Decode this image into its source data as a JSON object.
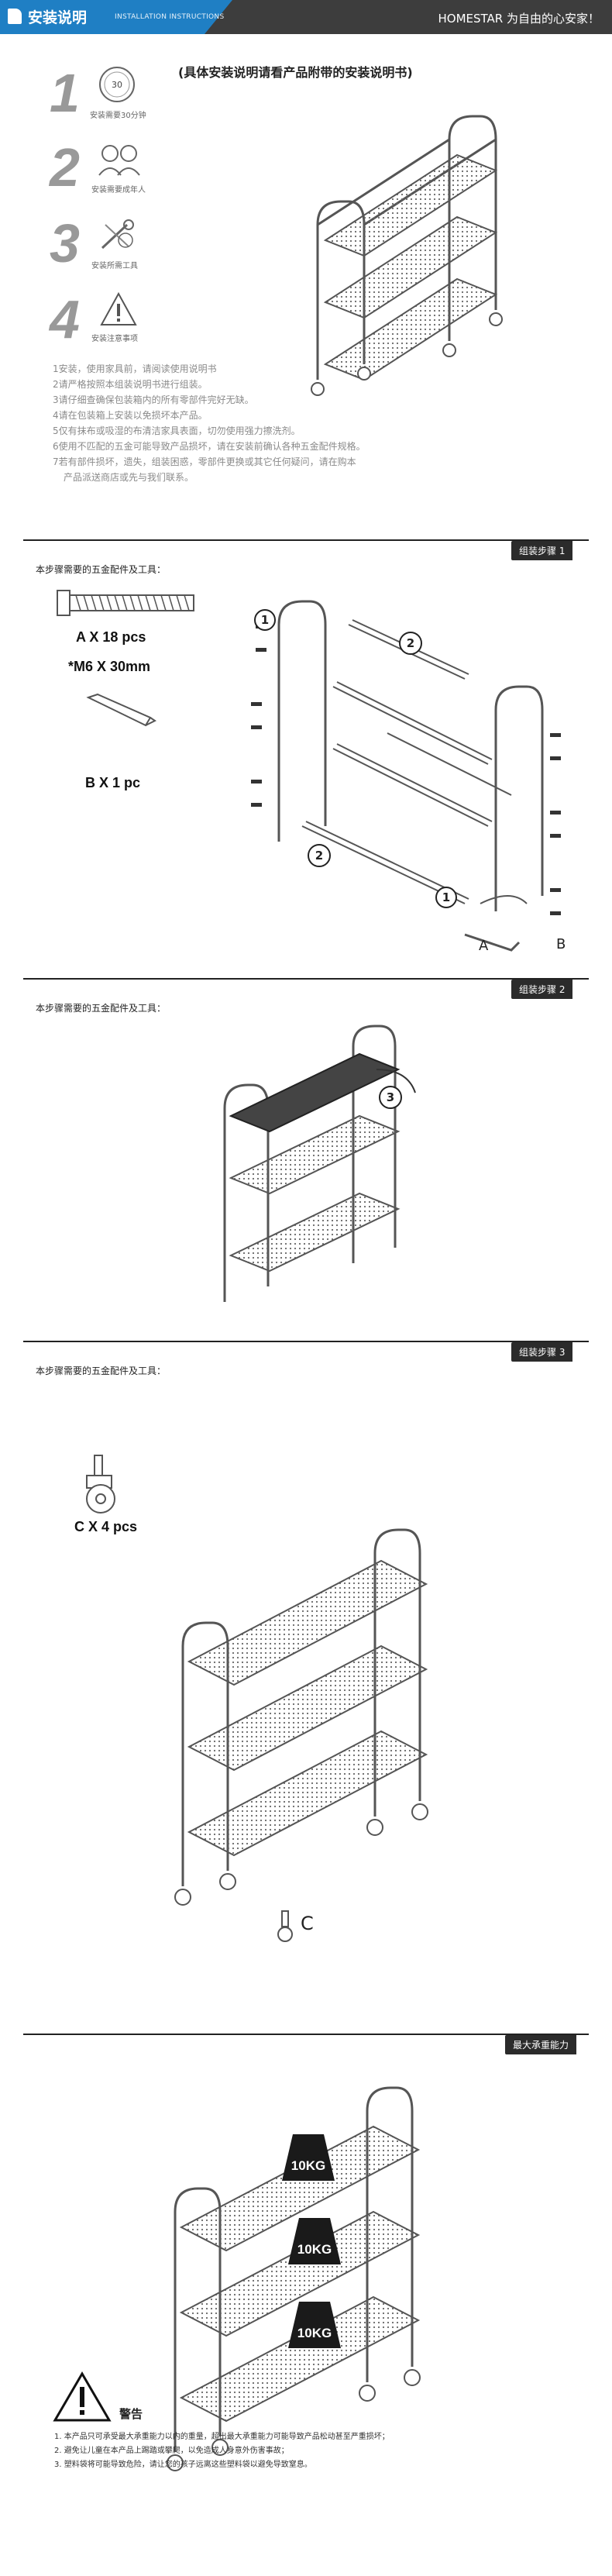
{
  "header": {
    "title": "安装说明",
    "subtitle": "INSTALLATION INSTRUCTIONS",
    "brand": "HOMESTAR 为自由的心安家！"
  },
  "notice": "(具体安装说明请看产品附带的安装说明书)",
  "intro_icons": [
    {
      "number": "1",
      "label": "安装需要30分钟",
      "clock_text": "30"
    },
    {
      "number": "2",
      "label": "安装需要成年人"
    },
    {
      "number": "3",
      "label": "安装所需工具"
    },
    {
      "number": "4",
      "label": "安装注意事项"
    }
  ],
  "instructions": [
    "1安装，使用家具前，请阅读使用说明书",
    "2请严格按照本组装说明书进行组装。",
    "3请仔细查确保包装箱内的所有零部件完好无缺。",
    "4请在包装箱上安装以免损坏本产品。",
    "5仅有抹布或吸湿的布清洁家具表面，切勿使用强力擦洗剂。",
    "6使用不匹配的五金可能导致产品损坏，请在安装前确认各种五金配件规格。",
    "7若有部件损坏，遗失，组装困惑，零部件更换或其它任何疑问，请在购本",
    "产品派送商店或先与我们联系。"
  ],
  "step1": {
    "badge": "组装步骤 1",
    "caption": "本步骤需要的五金配件及工具：",
    "part_a": "A  X   18 pcs",
    "part_a_spec": "*M6  X   30mm",
    "part_b": "B  X   1 pc",
    "callouts": [
      "1",
      "2",
      "2",
      "1"
    ],
    "tool_labels": [
      "A",
      "B"
    ]
  },
  "step2": {
    "badge": "组装步骤 2",
    "caption": "本步骤需要的五金配件及工具：",
    "callout": "3"
  },
  "step3": {
    "badge": "组装步骤 3",
    "caption": "本步骤需要的五金配件及工具：",
    "part_c": "C  X   4 pcs",
    "callout_letter": "C"
  },
  "load": {
    "badge": "最大承重能力",
    "weights": [
      "10KG",
      "10KG",
      "10KG"
    ]
  },
  "warning": {
    "title": "警告",
    "lines": [
      "1. 本产品只可承受最大承重能力以内的重量，超出最大承重能力可能导致产品松动甚至严重损坏；",
      "2. 避免让儿童在本产品上踢踏或攀爬，以免造成人身意外伤害事故；",
      "3. 塑料袋将可能导致危险，请让您的孩子远离这些塑料袋以避免导致窒息。"
    ]
  },
  "colors": {
    "accent": "#1f7fc4",
    "dark": "#2b2b2b",
    "grey_text": "#8a8a8a"
  }
}
